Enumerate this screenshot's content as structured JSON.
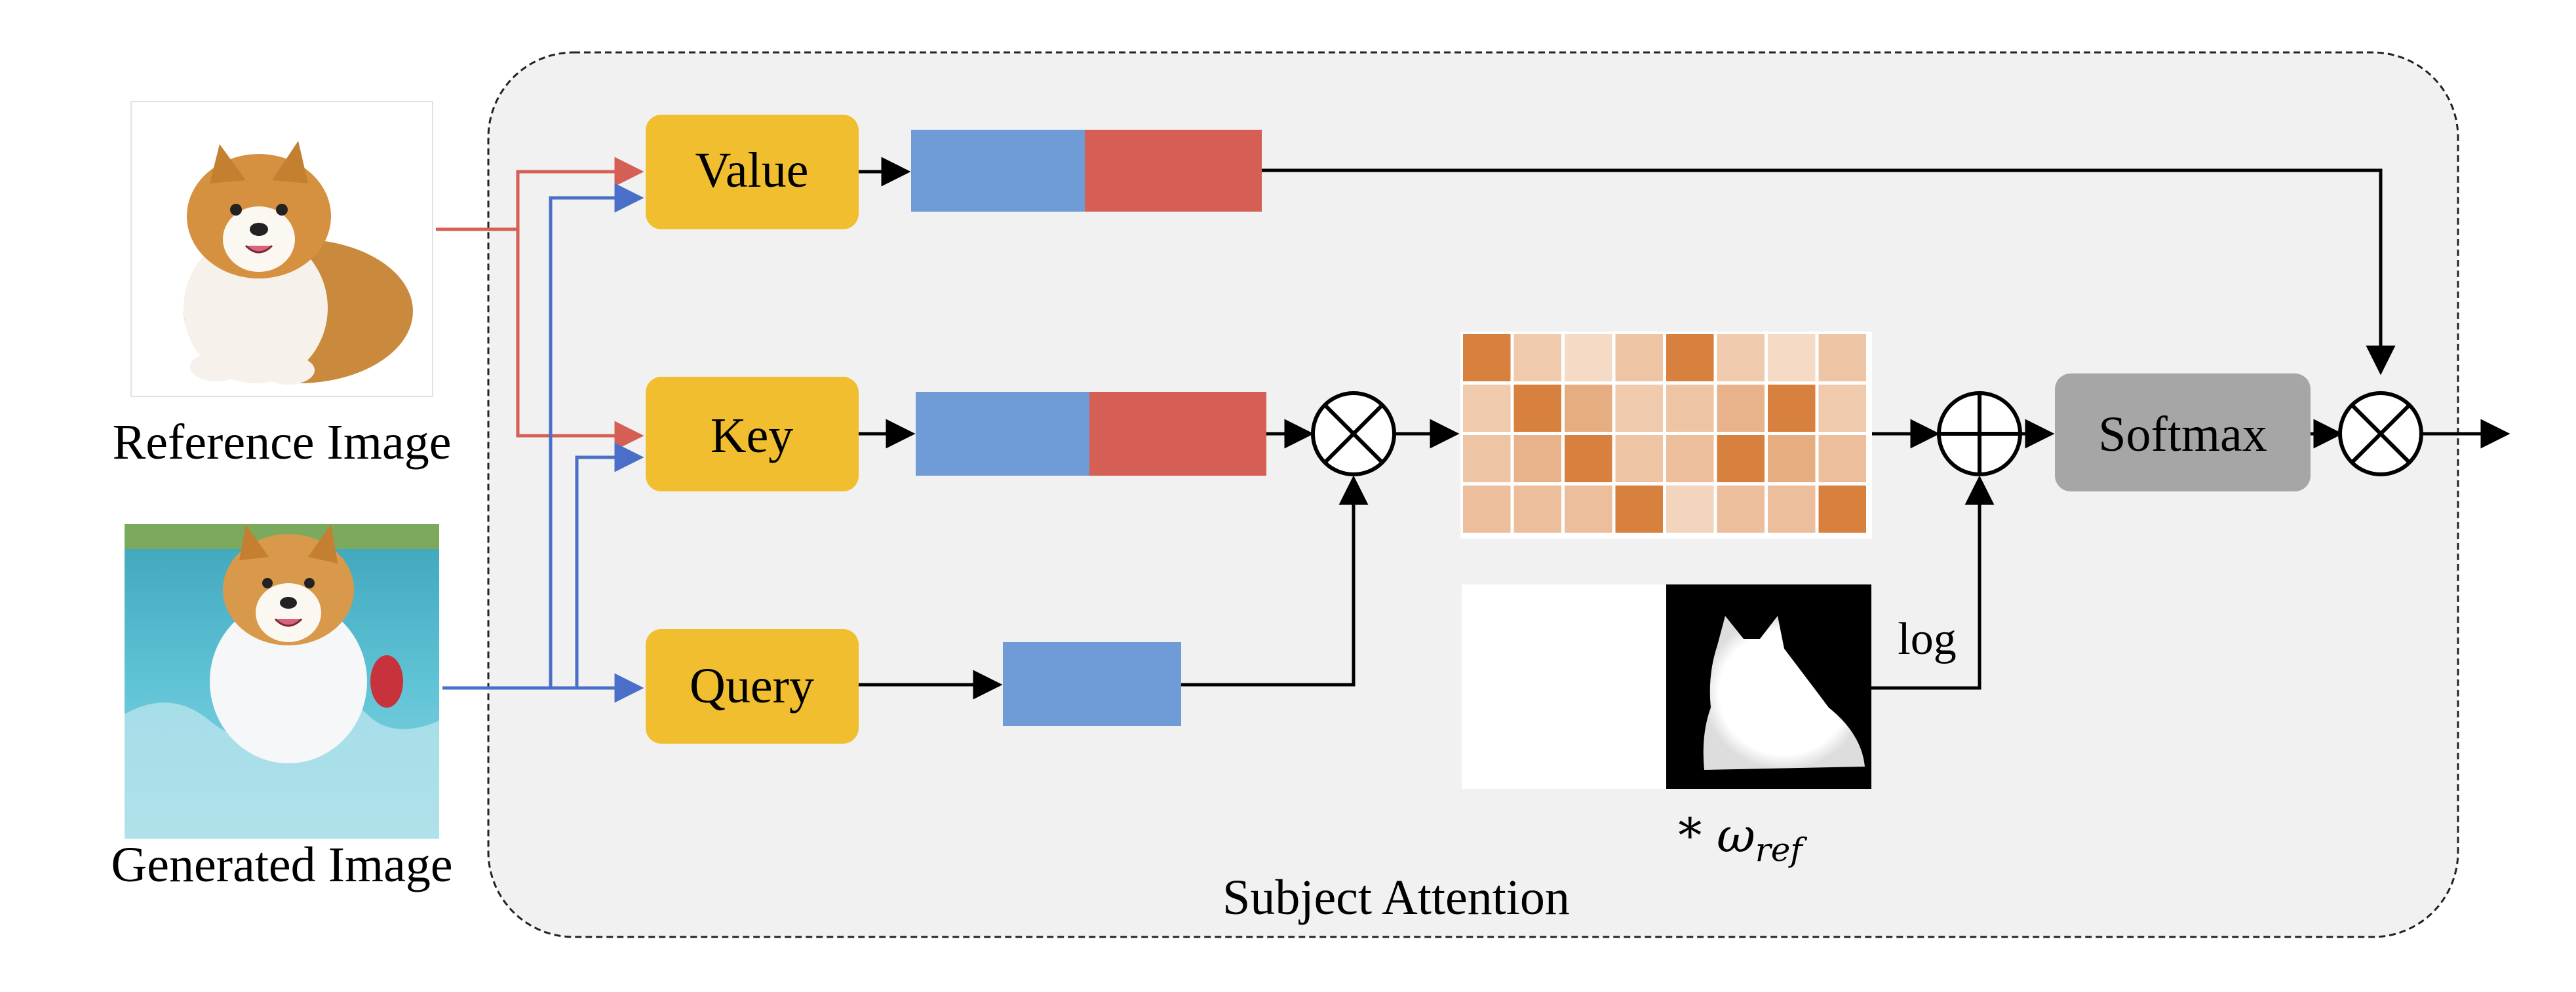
{
  "inputs": {
    "reference_label": "Reference Image",
    "generated_label": "Generated Image"
  },
  "projections": {
    "value_label": "Value",
    "key_label": "Key",
    "query_label": "Query"
  },
  "module": {
    "softmax_label": "Softmax",
    "log_label": "log",
    "weight_label": "* ω",
    "weight_subscript": "ref",
    "title": "Subject Attention"
  },
  "colors": {
    "projection_box": "#F0BE2E",
    "softmax_box": "#A6A6A6",
    "token_blue": "#6F9BD6",
    "token_red": "#D65F55",
    "arrow_red": "#D65F55",
    "arrow_blue": "#4A6FC8",
    "module_bg": "#F1F1F1"
  },
  "attention_map": {
    "rows": [
      [
        0.95,
        0.3,
        0.15,
        0.35,
        0.95,
        0.3,
        0.15,
        0.35
      ],
      [
        0.3,
        0.95,
        0.55,
        0.3,
        0.35,
        0.5,
        0.95,
        0.3
      ],
      [
        0.35,
        0.5,
        0.95,
        0.35,
        0.4,
        0.95,
        0.55,
        0.4
      ],
      [
        0.4,
        0.4,
        0.4,
        0.95,
        0.2,
        0.4,
        0.4,
        0.95
      ]
    ]
  }
}
